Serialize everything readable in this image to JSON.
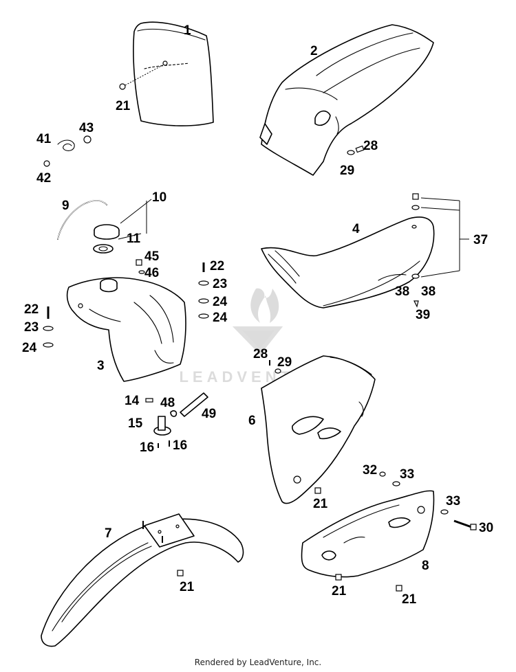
{
  "diagram": {
    "callouts": {
      "c1": "1",
      "c2": "2",
      "c3": "3",
      "c4": "4",
      "c6": "6",
      "c7": "7",
      "c8": "8",
      "c9": "9",
      "c10": "10",
      "c11": "11",
      "c14": "14",
      "c15": "15",
      "c16a": "16",
      "c16b": "16",
      "c21a": "21",
      "c21b": "21",
      "c21c": "21",
      "c21d": "21",
      "c21e": "21",
      "c22a": "22",
      "c22b": "22",
      "c23a": "23",
      "c23b": "23",
      "c24a": "24",
      "c24b": "24",
      "c24c": "24",
      "c28a": "28",
      "c28b": "28",
      "c29a": "29",
      "c29b": "29",
      "c30": "30",
      "c32": "32",
      "c33a": "33",
      "c33b": "33",
      "c37": "37",
      "c38a": "38",
      "c38b": "38",
      "c39": "39",
      "c41": "41",
      "c42": "42",
      "c43": "43",
      "c45": "45",
      "c46": "46",
      "c48": "48",
      "c49": "49"
    },
    "watermark": "LEADVENTURE"
  },
  "footer": {
    "text": "Rendered by LeadVenture, Inc."
  }
}
